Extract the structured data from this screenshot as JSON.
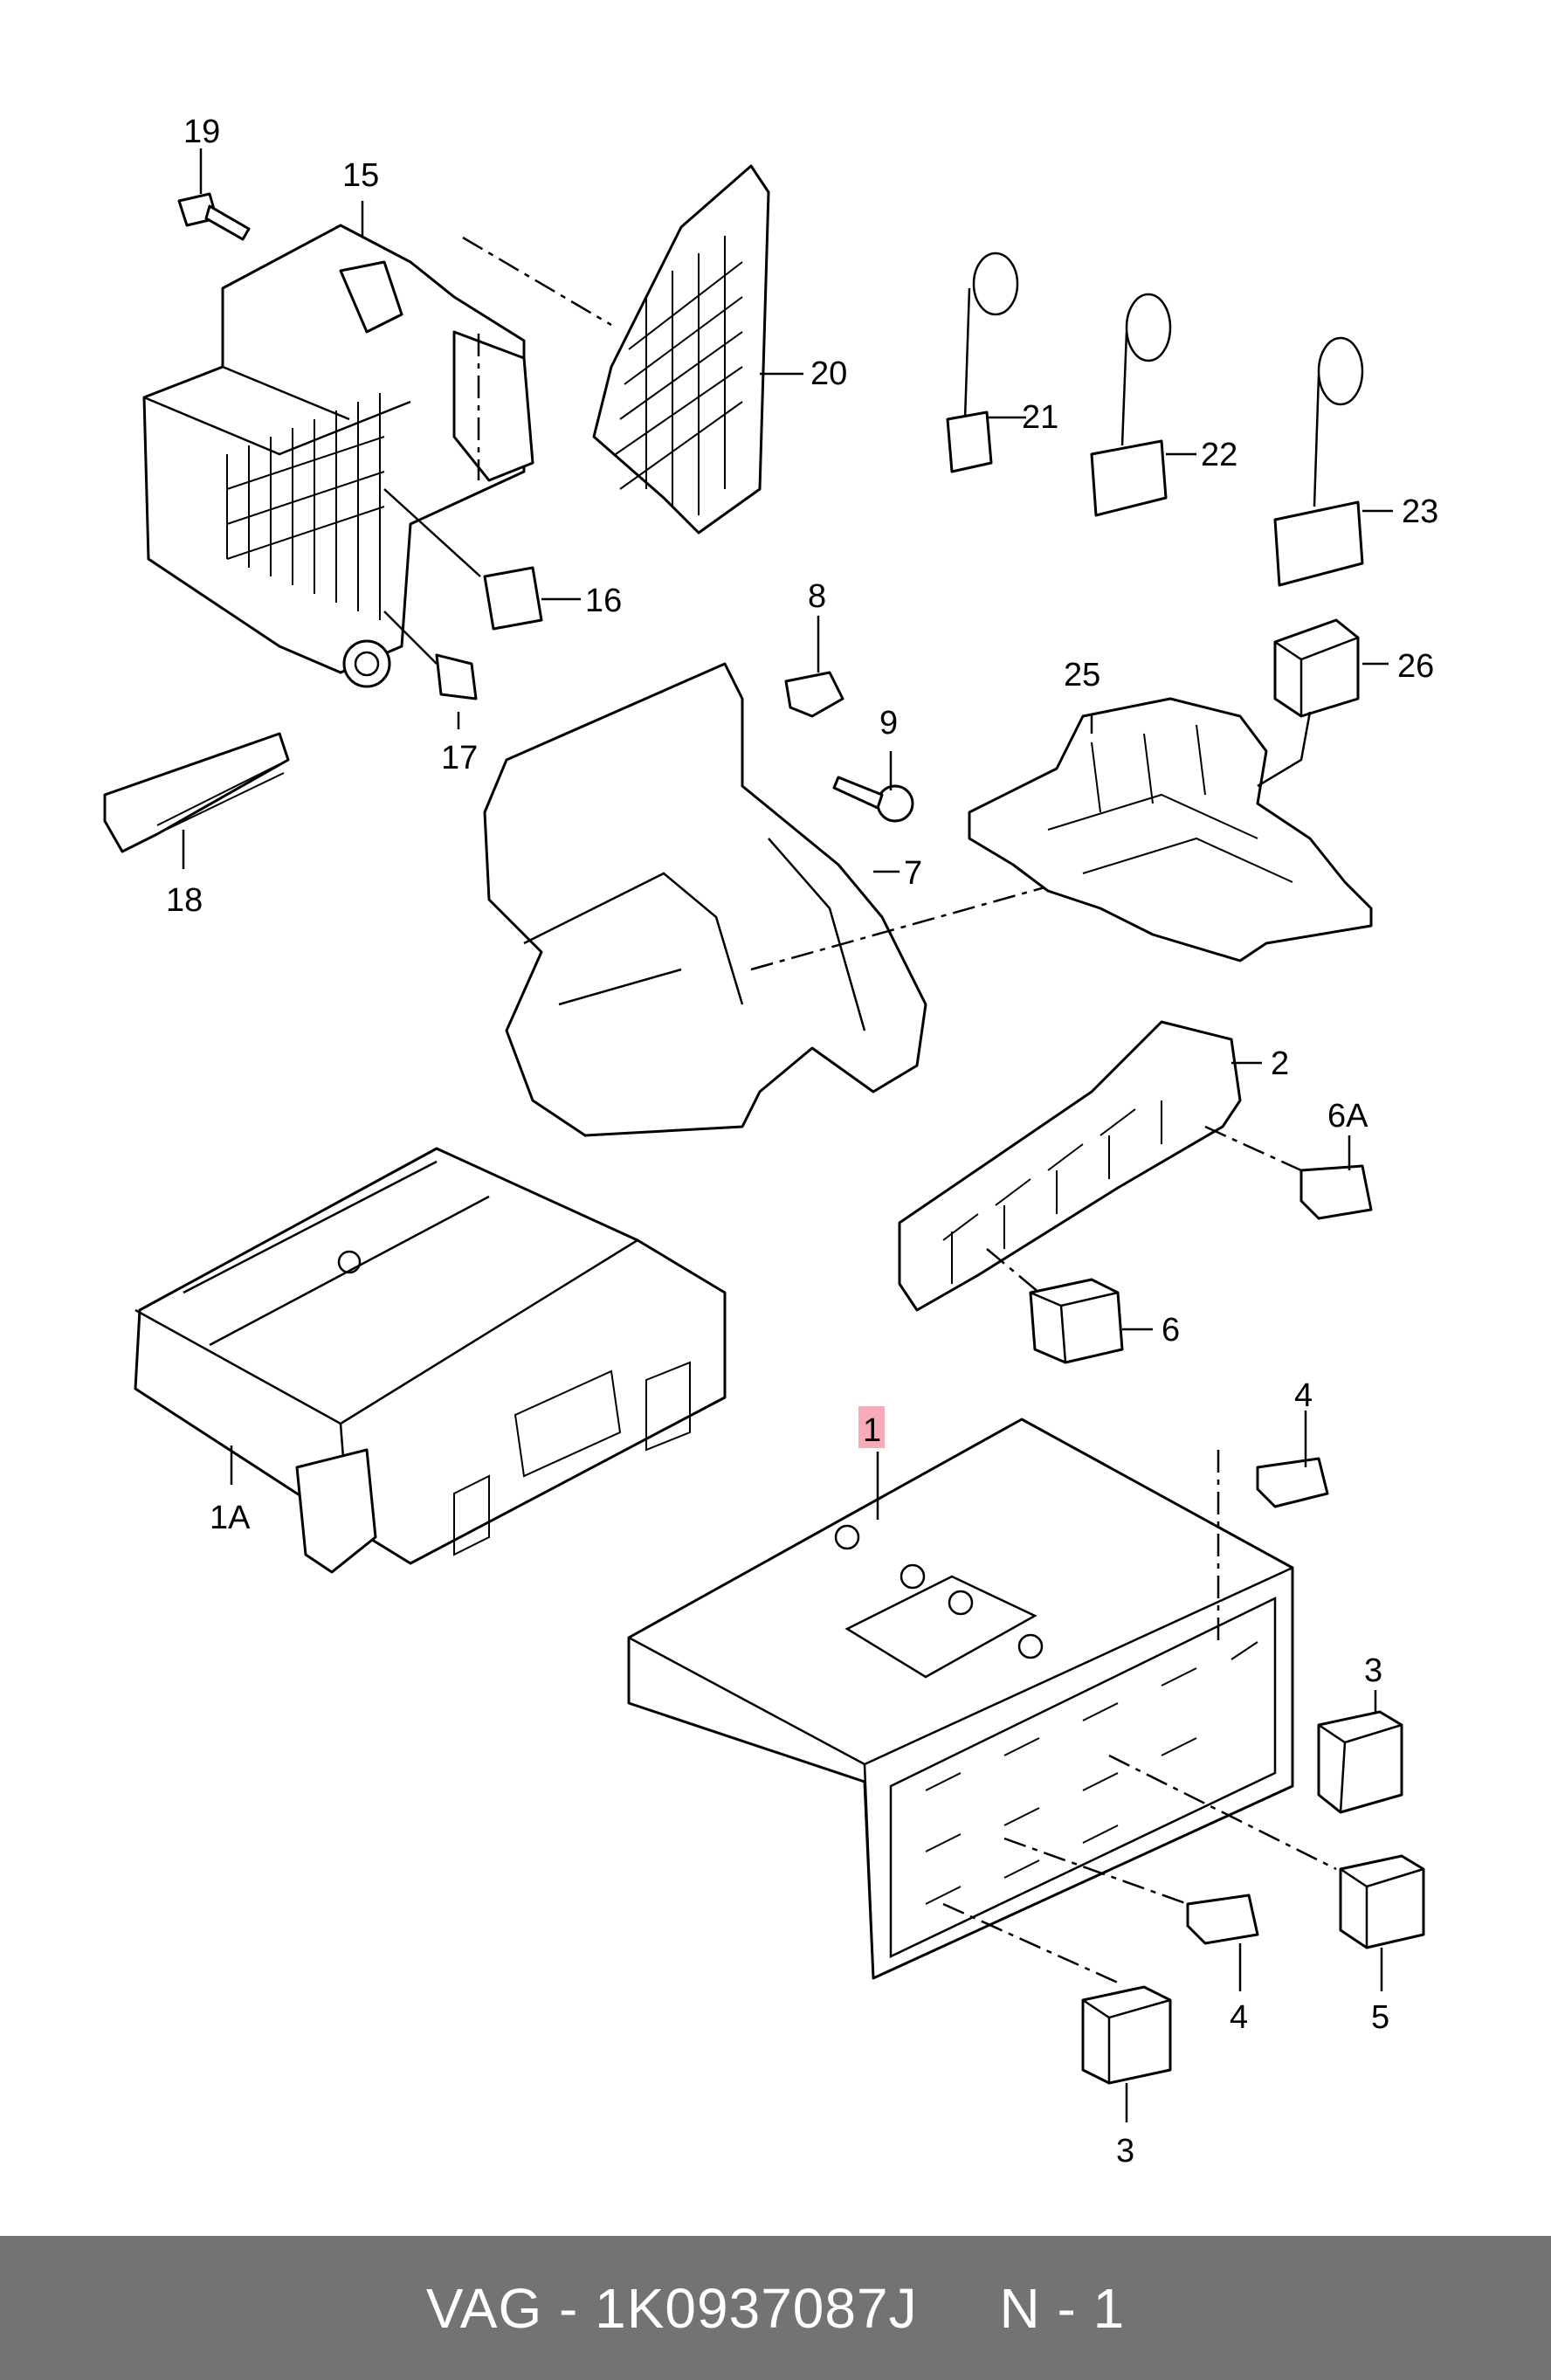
{
  "callouts": [
    {
      "id": "19",
      "text": "19"
    },
    {
      "id": "15",
      "text": "15"
    },
    {
      "id": "20",
      "text": "20"
    },
    {
      "id": "21",
      "text": "21"
    },
    {
      "id": "22",
      "text": "22"
    },
    {
      "id": "23",
      "text": "23"
    },
    {
      "id": "16",
      "text": "16"
    },
    {
      "id": "8",
      "text": "8"
    },
    {
      "id": "25",
      "text": "25"
    },
    {
      "id": "26",
      "text": "26"
    },
    {
      "id": "9",
      "text": "9"
    },
    {
      "id": "17",
      "text": "17"
    },
    {
      "id": "18",
      "text": "18"
    },
    {
      "id": "7",
      "text": "7"
    },
    {
      "id": "2",
      "text": "2"
    },
    {
      "id": "6A",
      "text": "6A"
    },
    {
      "id": "6",
      "text": "6"
    },
    {
      "id": "1",
      "text": "1"
    },
    {
      "id": "4a",
      "text": "4"
    },
    {
      "id": "1A",
      "text": "1A"
    },
    {
      "id": "3a",
      "text": "3"
    },
    {
      "id": "4b",
      "text": "4"
    },
    {
      "id": "5",
      "text": "5"
    },
    {
      "id": "3b",
      "text": "3"
    }
  ],
  "highlight_color": "#f4a3b0",
  "footer": {
    "text": "VAG - 1K0937087J     N - 1",
    "background": "#737373"
  }
}
